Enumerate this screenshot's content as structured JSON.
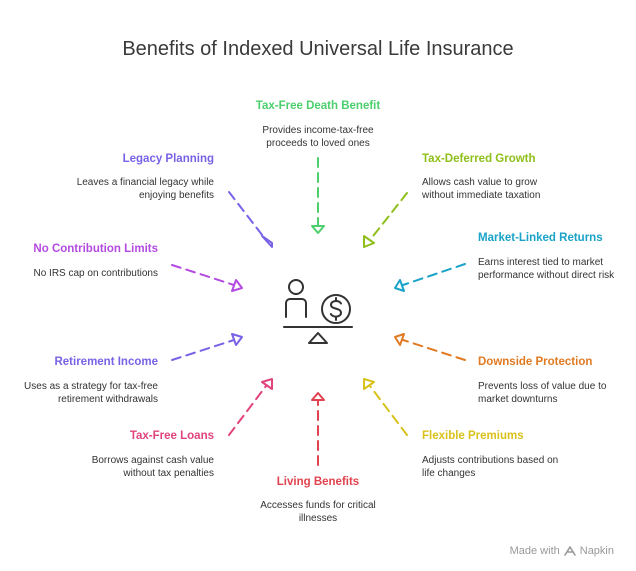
{
  "title": "Benefits of Indexed Universal Life Insurance",
  "colors": {
    "green": "#4ccf6c",
    "lime": "#8fbf1a",
    "cyan": "#1aa3c8",
    "orange": "#e07a23",
    "yellow": "#d9c11b",
    "red": "#e0434f",
    "pink": "#e0437d",
    "violet": "#7a62e6",
    "purple": "#b44be0"
  },
  "items": [
    {
      "label": "Tax-Free Death Benefit",
      "desc1": "Provides income-tax-free",
      "desc2": "proceeds to loved ones"
    },
    {
      "label": "Tax-Deferred Growth",
      "desc1": "Allows cash value to grow",
      "desc2": "without immediate taxation"
    },
    {
      "label": "Market-Linked Returns",
      "desc1": "Earns interest tied to market",
      "desc2": "performance without direct risk"
    },
    {
      "label": "Downside Protection",
      "desc1": "Prevents loss of value due to",
      "desc2": "market downturns"
    },
    {
      "label": "Flexible Premiums",
      "desc1": "Adjusts contributions based on",
      "desc2": "life changes"
    },
    {
      "label": "Living Benefits",
      "desc1": "Accesses funds for critical",
      "desc2": "illnesses"
    },
    {
      "label": "Tax-Free Loans",
      "desc1": "Borrows against cash value",
      "desc2": "without tax penalties"
    },
    {
      "label": "Retirement Income",
      "desc1": "Uses as a strategy for tax-free",
      "desc2": "retirement withdrawals"
    },
    {
      "label": "No Contribution Limits",
      "desc1": "No IRS cap on contributions",
      "desc2": ""
    },
    {
      "label": "Legacy Planning",
      "desc1": "Leaves a financial legacy while",
      "desc2": "enjoying benefits"
    }
  ],
  "center_icon": "person-money-balance-icon",
  "watermark": {
    "prefix": "Made with",
    "brand": "Napkin",
    "icon": "napkin-logo-icon"
  }
}
